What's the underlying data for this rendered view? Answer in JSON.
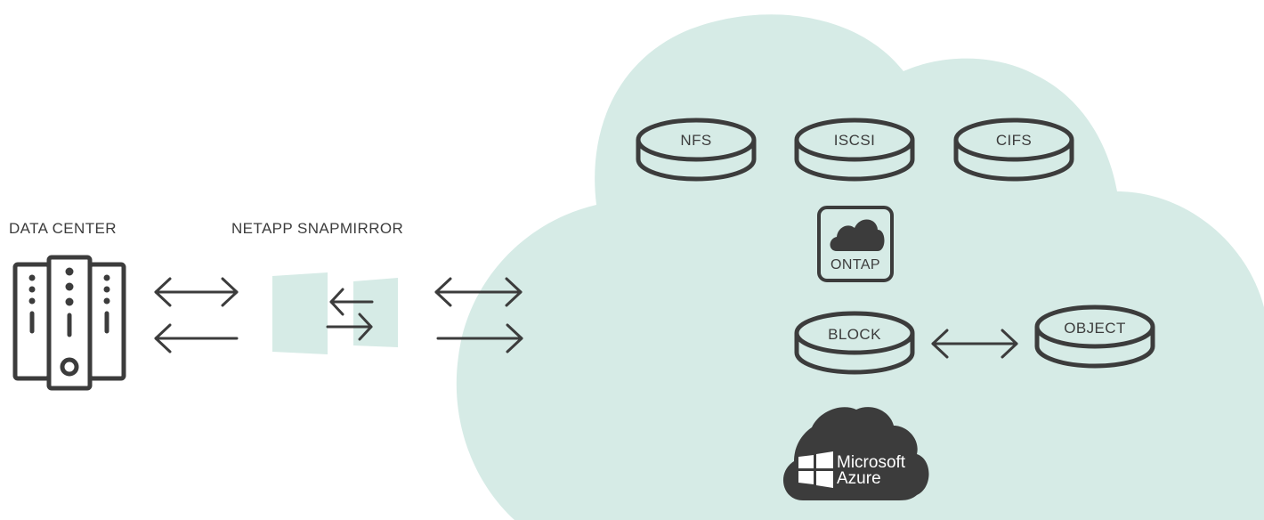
{
  "labels": {
    "data_center": "DATA CENTER",
    "snapmirror": "NETAPP SNAPMIRROR",
    "ontap": "ONTAP"
  },
  "disks": {
    "nfs": "NFS",
    "iscsi": "ISCSI",
    "cifs": "CIFS",
    "block": "BLOCK",
    "object": "OBJECT"
  },
  "azure": {
    "line1": "Microsoft",
    "line2": "Azure"
  },
  "colors": {
    "cloud_fill": "#d6ebe6",
    "stroke": "#3c3c3c",
    "azure_fill": "#3c3c3c"
  },
  "icons": {
    "data_center": "server-rack-icon",
    "snapmirror": "mirror-panels-icon",
    "ontap": "cloud-icon",
    "azure": "windows-logo-icon"
  }
}
